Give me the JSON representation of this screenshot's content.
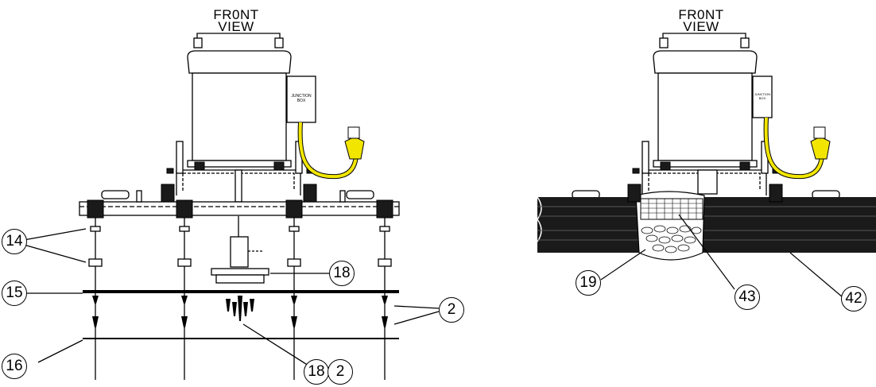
{
  "views": [
    {
      "title_line1": "FR0NT",
      "title_line2": "VIEW"
    },
    {
      "title_line1": "FR0NT",
      "title_line2": "VIEW"
    }
  ],
  "box_label_line1": "JUNCTION",
  "box_label_line2": "BOX",
  "callouts": {
    "c14": "14",
    "c15": "15",
    "c16": "16",
    "c18a": "18",
    "c18b": "18",
    "c2a": "2",
    "c2b": "2",
    "c19": "19",
    "c43": "43",
    "c42": "42"
  },
  "colors": {
    "line": "#000000",
    "cable": "#f2e600",
    "ground": "#1a1a1a",
    "paper": "#ffffff"
  }
}
